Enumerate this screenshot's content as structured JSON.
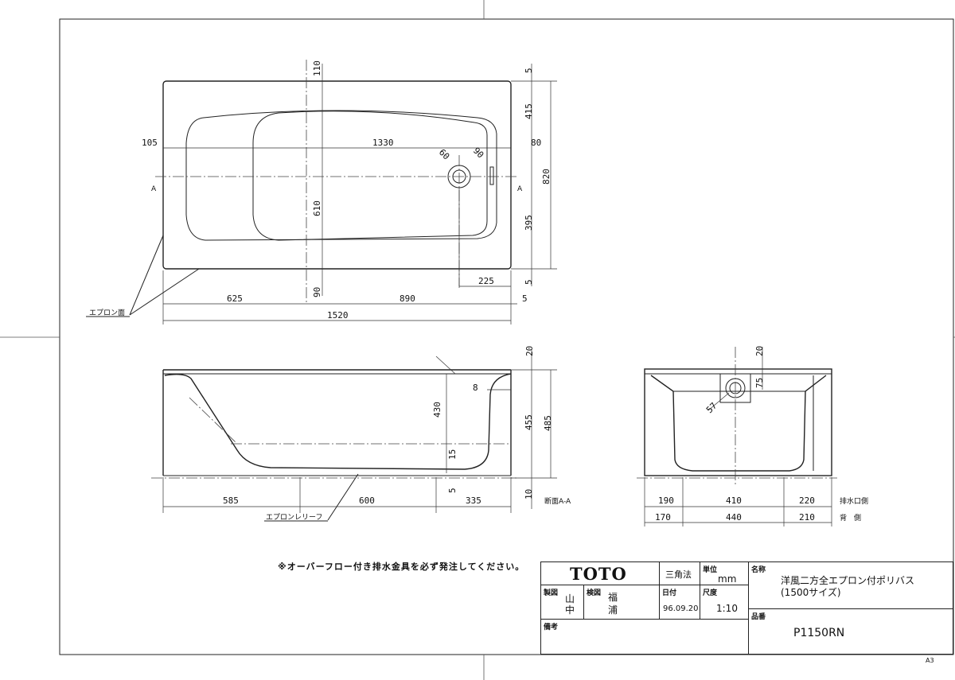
{
  "note": "※オーバーフロー付き排水金具を必ず発注してください。",
  "title_block": {
    "brand": "TOTO",
    "projection_label": "三角法",
    "unit_label": "単位",
    "unit_value": "mm",
    "name_label": "名称",
    "name_line1": "洋風二方全エプロン付ポリバス",
    "name_line2": "(1500サイズ)",
    "drafter_label": "製図",
    "drafter_1": "山",
    "drafter_2": "中",
    "checker_label": "検図",
    "checker_1": "福",
    "checker_2": "浦",
    "date_label": "日付",
    "date_value": "96.09.20",
    "scale_label": "尺度",
    "scale_value": "1:10",
    "part_label": "品番",
    "part_value": "P1150RN",
    "remarks_label": "備考"
  },
  "sheet_size": "A3",
  "plan_view": {
    "dims": {
      "top_offset": "110",
      "width_105": "105",
      "width_1330": "1330",
      "width_80": "80",
      "inner_610": "610",
      "drain_60": "60",
      "drain_90": "90",
      "bottom_90": "90",
      "drain_225": "225",
      "right_5_top": "5",
      "right_415": "415",
      "right_820": "820",
      "right_395": "395",
      "right_5_bottom": "5",
      "width_625": "625",
      "width_890": "890",
      "width_5": "5",
      "width_1520": "1520"
    },
    "section_mark_left": "A",
    "section_mark_right": "A",
    "apron_label": "エプロン面"
  },
  "section_view": {
    "dims": {
      "d20": "20",
      "d8": "8",
      "d430": "430",
      "d455": "455",
      "d485": "485",
      "d15": "15",
      "d5": "5",
      "d10": "10",
      "d585": "585",
      "d600": "600",
      "d335": "335"
    },
    "section_label": "断面A-A",
    "relief_label": "エプロンレリーフ"
  },
  "end_view": {
    "dims": {
      "d20": "20",
      "d75": "75",
      "d57": "57",
      "d190": "190",
      "d410": "410",
      "d220": "220",
      "d170": "170",
      "d440": "440",
      "d210": "210"
    },
    "row1_label": "排水口側",
    "row2_label": "背　側"
  }
}
